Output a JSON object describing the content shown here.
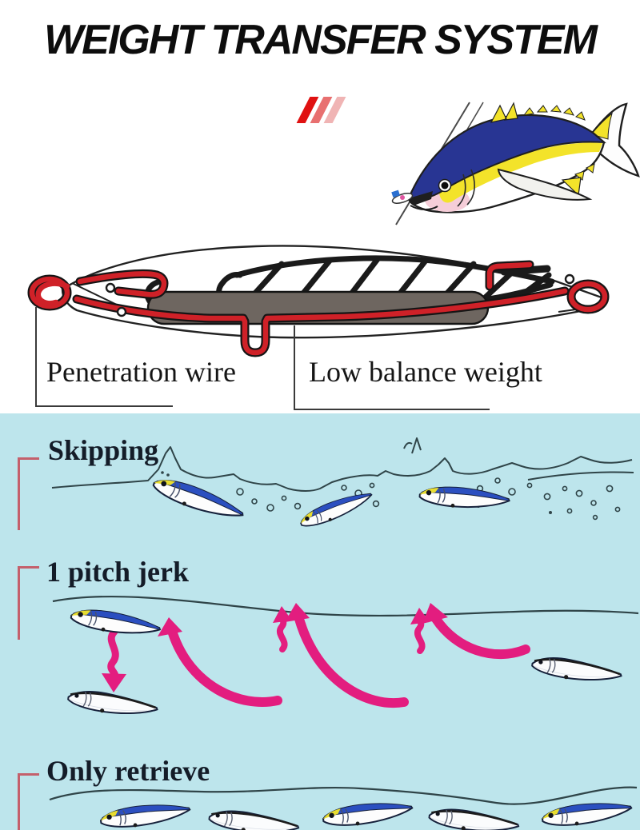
{
  "page": {
    "title": "WEIGHT TRANSFER SYSTEM"
  },
  "diagram": {
    "labels": {
      "wire": "Penetration wire",
      "weight": "Low balance weight"
    }
  },
  "sections": [
    {
      "label": "Skipping"
    },
    {
      "label": "1 pitch jerk"
    },
    {
      "label": "Only retrieve"
    }
  ],
  "icons": [
    "triple-slash-icon",
    "tuna-illustration",
    "lure-cross-section-diagram",
    "lure-icon-blue",
    "lure-icon-silver",
    "motion-arrow-icon",
    "bracket-icon"
  ],
  "colors": {
    "accent-red": "#e01111",
    "slash-2": "#e87070",
    "slash-3": "#f0b4b4",
    "wire-red": "#cf2128",
    "arrow-pink": "#e31d7f",
    "bg-blue": "#bde5ec",
    "bracket-red": "#c4606c",
    "weight-gray": "#6e6660",
    "water-line": "#2f4448"
  }
}
